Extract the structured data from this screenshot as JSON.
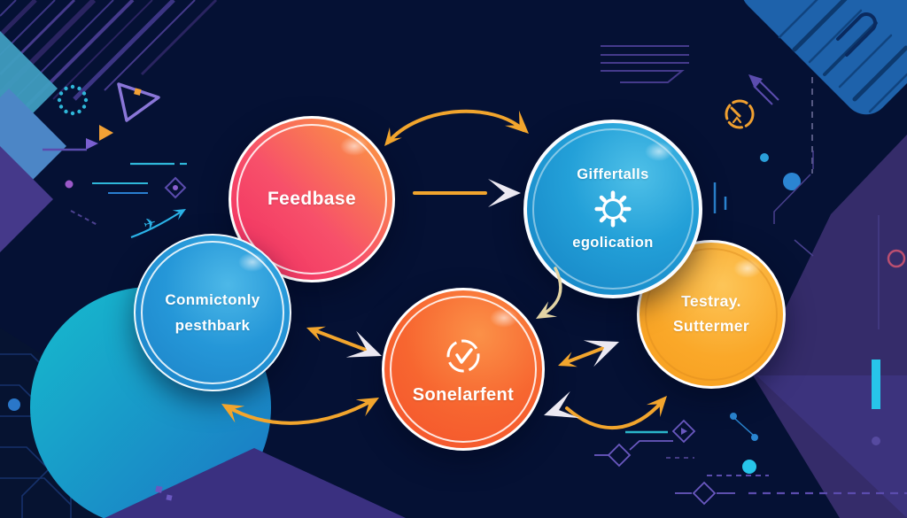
{
  "diagram": {
    "nodes": {
      "feedbase": {
        "label": "Feedbase",
        "color_start": "#fba23c",
        "color_end": "#f02a60"
      },
      "process": {
        "line1": "Giffertalls",
        "line2": "egolication",
        "icon": "gear-icon",
        "color": "#1f9ad6"
      },
      "community": {
        "line1": "Conmictonly",
        "line2": "pesthbark",
        "color": "#2196d6"
      },
      "central": {
        "label": "Sonelarfent",
        "icon": "check-badge-icon",
        "color": "#f4582c"
      },
      "testing": {
        "line1": "Testray.",
        "line2": "Suttermer",
        "color": "#f9a827"
      }
    },
    "edges": [
      {
        "from": "feedbase",
        "to": "process",
        "style": "curved double-headed orange arc (top)"
      },
      {
        "from": "feedbase",
        "to": "process",
        "style": "straight orange line with white arrowhead"
      },
      {
        "from": "process",
        "to": "central",
        "style": "curved tan arrow pointing down-left"
      },
      {
        "from": "community",
        "to": "central",
        "style": "straight line, orange head up-left, white head down-right"
      },
      {
        "from": "community",
        "to": "central",
        "style": "curved double-headed orange arc (bottom)"
      },
      {
        "from": "central",
        "to": "testing",
        "style": "straight line, orange head down-left, white head up-right"
      },
      {
        "from": "central",
        "to": "testing",
        "style": "curved arc, white head down-left, orange head up-right"
      }
    ],
    "palette": {
      "background": "#051134",
      "arrow_orange": "#f2a52d",
      "arrow_white": "#ece9f2",
      "arrow_tan": "#e3d4a4",
      "teal_circle": "#16bccd",
      "corner_diamond_blue": "#1e62ab",
      "decor_purple": "#5b4cae",
      "decor_teal": "#2fb7d9",
      "wedge_purple": "#352c6a"
    },
    "icons": [
      "gear-icon",
      "check-badge-icon",
      "gauge-icon",
      "plane-icon",
      "paperclip-icon",
      "triangle-outline-icon",
      "dotted-circle-icon"
    ]
  }
}
